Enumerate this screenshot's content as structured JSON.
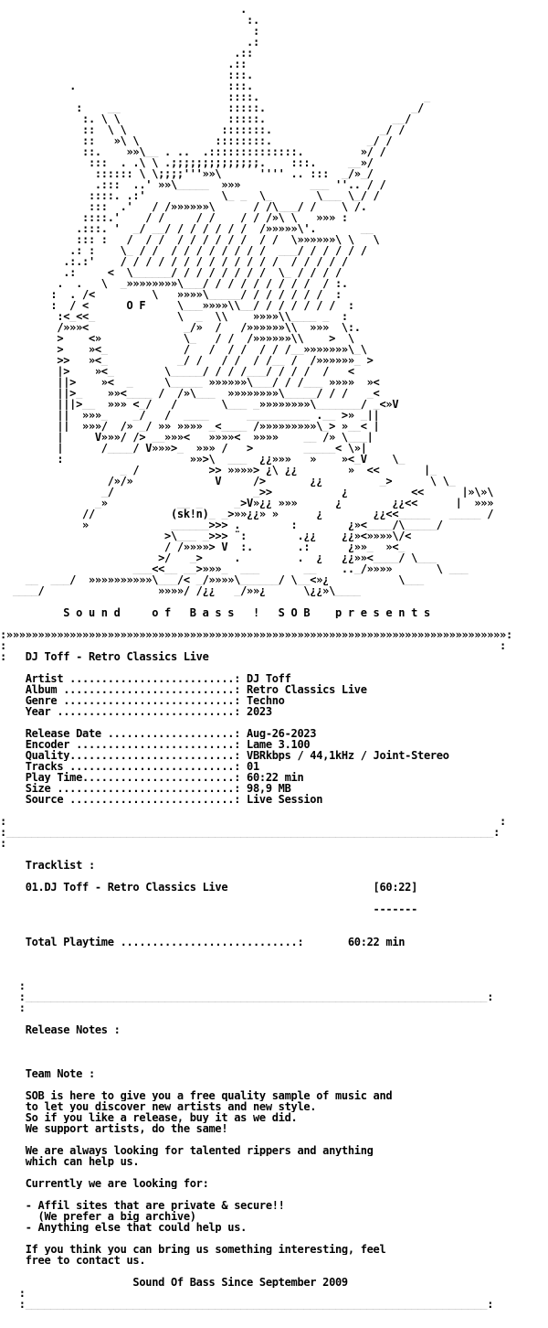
{
  "art_lines": [
    "                                      .",
    "                                       :.",
    "                                        :",
    "                                       .:",
    "                                     .::",
    "                                    .::",
    "                                    :::.",
    "           .                        :::.",
    "                                    ::::.                          _",
    "            :    __                 :::::.                       _/",
    "             :. \\ \\                 :::::.                    __/",
    "             ::  \\ \\               :::::::.                 _/ /",
    "             ::   »\\ \\            ::::::::.               _/ /",
    "             ::.    »»\\__ . ..  .::::::::::::::.         »/ /",
    "              :::  . .\\ \\ .;;;;;;;;;;;;;;.    :::.     __»/",
    "               :::::: \\ \\;;;;'''»»\\      '''' .. :::  _/»_/",
    "               .:::  ..' »»\\_____  »»»           ___ ''.. / /",
    "              ::::. .:'            \\_ _  \\_       \\___ \\_/ /",
    "              :::  .'   / /»»»»»»\\      / /\\___/ /    \\ /.",
    "             ::::.'    / /     / /    / / /»\\ \\   »»» :",
    "            .:::. '  _/ __/ / / / / / /  /»»»»»\\'.       __",
    "            ::: :   /  / /  / / / / / /  / /  \\»»»»»»\\ \\   \\",
    "           .: :    \\_ / /  / / / / / / / /  ___/ / / / / /",
    "          .:.:'    / / / / / / / / / / / / /  / / / / /",
    "          .:     <  \\______/ / / / / / / /  \\_ / / / /",
    "         .  .   \\  _»»»»»»»»\\___/ / / / / / / / /  / :.",
    "        :  . /<         \\   »»»»\\_____/ / / / / / /  :",
    "        :  / <      O F     \\___»»»»\\\\__/ / / / / / /  :",
    "         :<_<<_             \\  _  \\\\    »»»»\\\\____ _  :",
    "         /»»»<               _/»  /   /»»»»»»\\\\  »»»  \\:.",
    "         >    <»             \\_   / /  /»»»»»»\\\\    >  \\",
    "         >    »<_            /   /  / /  / / /__»»»»»»»\\_\\",
    "         >>   »<_           _/ /   / /  / /__ /  /»»»»»»_ >",
    "         |>    »<_        \\_____/ / / /___/ / / /  /   <",
    "         ||>    »<  _     \\_____ »»»»»»\\___/ / /___ »»»»  »<",
    "         ||>_    »»<____ /  /»\\___  »»»»»»»»\\_____/ / /   _<",
    "         |||>__  »»» <_/   /       \\___ _»»»»»»»»\\_______/ _<»V",
    "         ||  »»»_    _/   /  ____      __________ .__ >» _||",
    "         ||  »»»/  /» _/ »» »»»» _<____ /»»»»»»»»»\\_> »__< |",
    "         |     V»»»/ /> __»»»<   »»»»<  »»»»    __ /» \\___|",
    "         |      /____/ V»»»>_  »»» /   >        _____< \\»|",
    "         :                    »»>\\  ___  ¿¿»»»   »    »<_V    \\_",
    "                   _ /           >> »»»»> ¿\\ ¿¿        »  <<       |_",
    "                 /»/»             V     />       ¿¿         _>      \\ \\_",
    "                _/                      _>>           ¿          <<      |»\\»\\",
    "               _»           __ _     _>V»¿¿ »»»      ¿        ¿¿<<      |  »»»",
    "             //            (sk!n)_ _>»»¿¿» »      ¿        ¿¿<<_____   _____ /",
    "             »             ______>>> .        :        ¿»<____/\\_____/",
    "                          >\\___ _>>> ¨:        .¿¿    ¿¿»<»»»»\\/<",
    "                          / /»»»»> V  :.       .:      ¿»»_  »<_",
    "                         >/   _>     .         .  ¿   ¿¿»»<____/ \\___",
    "                     ___<<__ __>»»»_  ___       __    .._/»»»»       \\ ___",
    "    __  ___/  »»»»»»»»»»\\___/< _/»»»»\\______/ \\__<»¿           \\___",
    "  ____/                  »»»»/ /¿¿   _/»»¿      \\¿¿»\\____",
    "",
    "          S o u n d     o f   B a s s   !   S O B    p r e s e n t s"
  ],
  "separator_top": ":»»»»»»»»»»»»»»»»»»»»»»»»»»»»»»»»»»»»»»»»»»»»»»»»»»»»»»»»»»»»»»»»»»»»»»»»»»»»»»»:",
  "release_title": "DJ Toff - Retro Classics Live",
  "info": [
    {
      "label": "Artist ..........................:",
      "value": "DJ Toff"
    },
    {
      "label": "Album ...........................:",
      "value": "Retro Classics Live"
    },
    {
      "label": "Genre ...........................:",
      "value": "Techno"
    },
    {
      "label": "Year ............................:",
      "value": "2023"
    },
    {
      "label": "",
      "value": ""
    },
    {
      "label": "Release Date ....................:",
      "value": "Aug-26-2023"
    },
    {
      "label": "Encoder .........................:",
      "value": "Lame 3.100"
    },
    {
      "label": "Quality..........................:",
      "value": "VBRkbps / 44,1kHz / Joint-Stereo"
    },
    {
      "label": "Tracks ..........................:",
      "value": "01"
    },
    {
      "label": "Play Time........................:",
      "value": "60:22 min"
    },
    {
      "label": "Size ............................:",
      "value": "98,9 MB"
    },
    {
      "label": "Source ..........................:",
      "value": "Live Session"
    }
  ],
  "tracklist_header": "Tracklist :",
  "tracks": [
    {
      "name": "01.DJ Toff - Retro Classics Live",
      "time": "[60:22]"
    }
  ],
  "tracks_underline": "-------",
  "total_label": "Total Playtime ............................:",
  "total_value": "60:22 min",
  "release_notes_header": "Release Notes :",
  "team_note_header": "Team Note :",
  "team_note_lines": [
    "SOB is here to give you a free quality sample of music and",
    "to let you discover new artists and new style.",
    "So if you like a release, buy it as we did.",
    "We support artists, do the same!",
    "",
    "We are always looking for talented rippers and anything",
    "which can help us.",
    "",
    "Currently we are looking for:",
    "",
    "- Affil sites that are private & secure!!",
    "  (We prefer a big archive)",
    "- Anything else that could help us.",
    "",
    "If you think you can bring us something interesting, feel",
    "free to contact us."
  ],
  "footer_text": "Sound Of Bass Since September 2009"
}
